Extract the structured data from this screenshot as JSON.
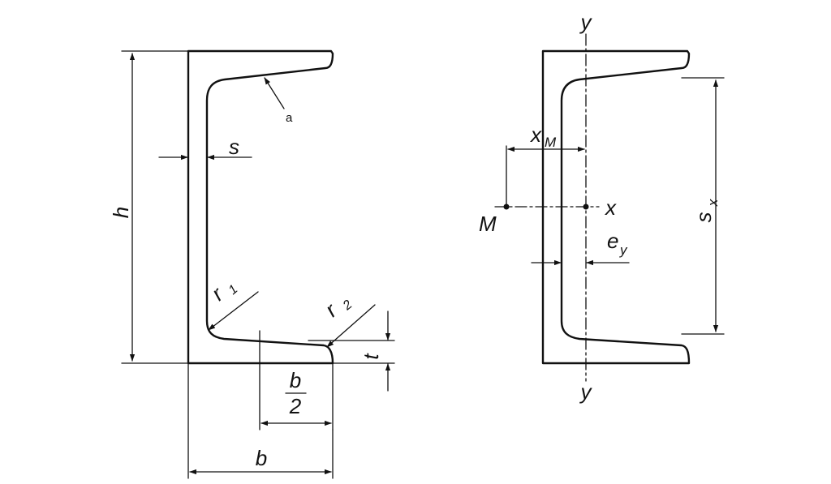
{
  "left_figure": {
    "labels": {
      "h": "h",
      "s": "s",
      "a": "a",
      "r1_main": "r",
      "r1_sub": "1",
      "r2_main": "r",
      "r2_sub": "2",
      "t": "t",
      "b_half_num": "b",
      "b_half_den": "2",
      "b": "b"
    }
  },
  "right_figure": {
    "labels": {
      "y_top": "y",
      "y_bottom": "y",
      "xm_main": "x",
      "xm_sub": "M",
      "x": "x",
      "m": "M",
      "ey_main": "e",
      "ey_sub": "y",
      "sx_main": "s",
      "sx_sub": "x"
    }
  }
}
